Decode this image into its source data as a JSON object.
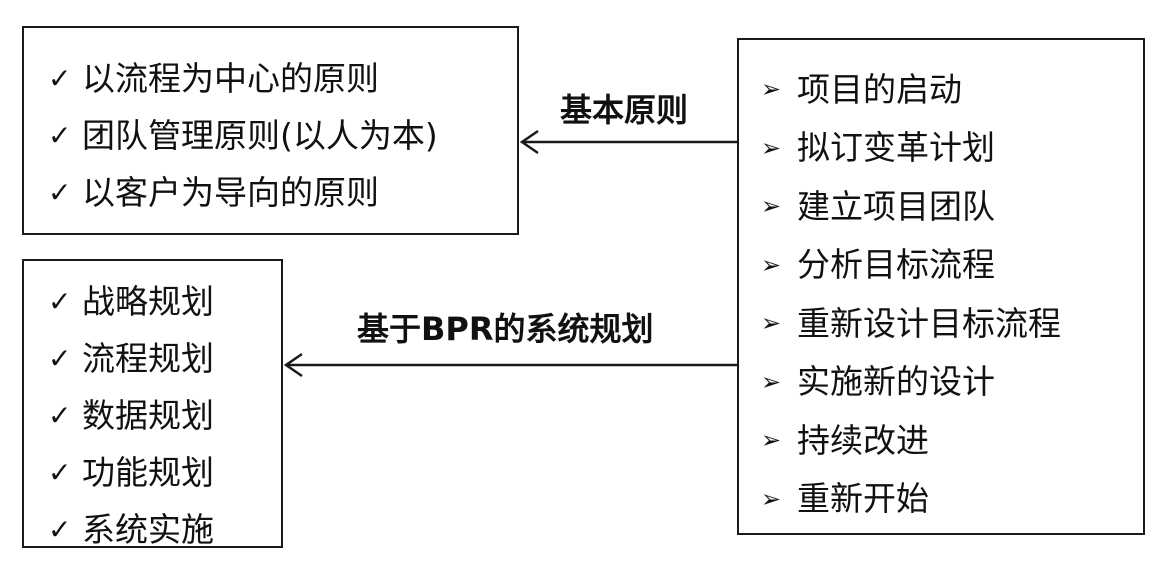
{
  "principles_box": {
    "items": [
      "以流程为中心的原则",
      "团队管理原则(以人为本)",
      "以客户为导向的原则"
    ]
  },
  "planning_box": {
    "items": [
      "战略规划",
      "流程规划",
      "数据规划",
      "功能规划",
      "系统实施"
    ]
  },
  "steps_box": {
    "items": [
      "项目的启动",
      "拟订变革计划",
      "建立项目团队",
      "分析目标流程",
      "重新设计目标流程",
      "实施新的设计",
      "持续改进",
      "重新开始"
    ]
  },
  "connectors": {
    "principles_label": "基本原则",
    "bpr_label": "基于BPR的系统规划"
  },
  "icons": {
    "check": "check-icon",
    "bullet": "arrow-bullet-icon",
    "connector_arrow": "arrow-left-icon"
  }
}
